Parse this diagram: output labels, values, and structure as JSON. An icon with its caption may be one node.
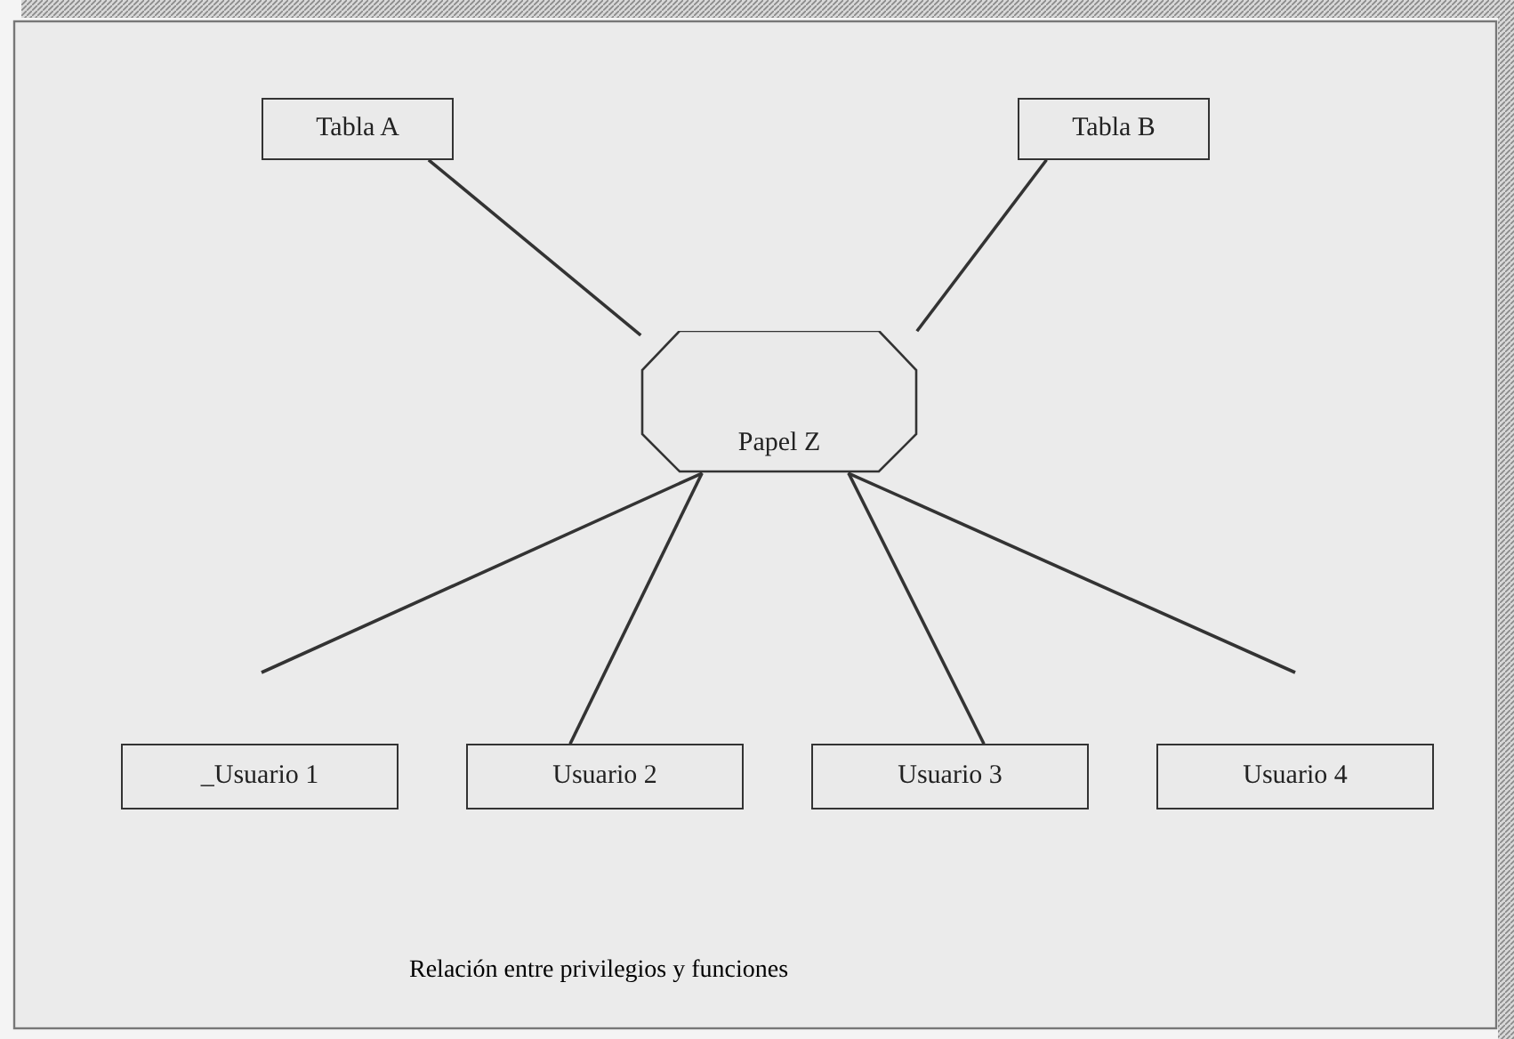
{
  "diagram": {
    "caption": "Relación entre privilegios y funciones",
    "nodes": [
      {
        "text": [
          "Tabla A"
        ]
      },
      {
        "text": [
          "Tabla B"
        ]
      },
      {
        "text": [
          "Papel Z"
        ]
      },
      {
        "text": [
          "_Usuario 1"
        ]
      },
      {
        "text": [
          "Usuario 2"
        ]
      },
      {
        "text": [
          "Usuario 3"
        ]
      },
      {
        "text": [
          "Usuario 4"
        ]
      }
    ],
    "edges": [
      {
        "from": 0,
        "to": 2,
        "arrow": "none"
      },
      {
        "from": 1,
        "to": 2,
        "arrow": "none"
      },
      {
        "from": 2,
        "to": 3,
        "arrow": "none"
      },
      {
        "from": 2,
        "to": 4,
        "arrow": "none"
      },
      {
        "from": 2,
        "to": 5,
        "arrow": "none"
      },
      {
        "from": 2,
        "to": 6,
        "arrow": "none"
      }
    ]
  }
}
